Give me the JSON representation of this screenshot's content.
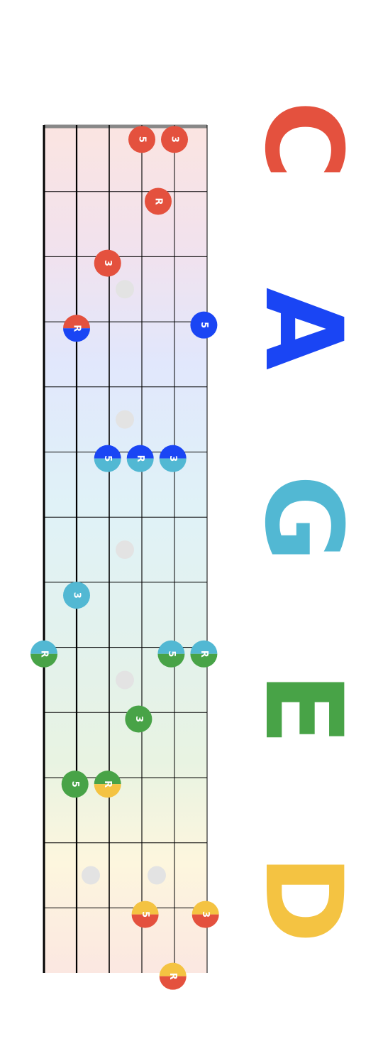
{
  "colors": {
    "C": "#E4513E",
    "A": "#1A45F4",
    "G": "#52B8D3",
    "E": "#48A347",
    "D": "#F4C342",
    "inlay": "#E3E3E3",
    "fret": "#000000",
    "nut": "#888888"
  },
  "shapes": [
    {
      "letter": "C",
      "color_key": "C"
    },
    {
      "letter": "A",
      "color_key": "A"
    },
    {
      "letter": "G",
      "color_key": "G"
    },
    {
      "letter": "E",
      "color_key": "E"
    },
    {
      "letter": "D",
      "color_key": "D"
    }
  ],
  "notes": [
    {
      "label": "5",
      "string": 3,
      "fret": -0.3,
      "colors": [
        "C"
      ]
    },
    {
      "label": "3",
      "string": 4,
      "fret": -0.3,
      "colors": [
        "C"
      ]
    },
    {
      "label": "R",
      "string": 3.5,
      "fret": 0.65,
      "colors": [
        "C"
      ]
    },
    {
      "label": "3",
      "string": 1.95,
      "fret": 1.6,
      "colors": [
        "C"
      ]
    },
    {
      "label": "R",
      "string": 1,
      "fret": 2.6,
      "colors": [
        "C",
        "A"
      ]
    },
    {
      "label": "5",
      "string": 4.9,
      "fret": 2.55,
      "colors": [
        "A"
      ]
    },
    {
      "label": "5",
      "string": 1.95,
      "fret": 4.6,
      "colors": [
        "A",
        "G"
      ]
    },
    {
      "label": "R",
      "string": 2.95,
      "fret": 4.6,
      "colors": [
        "A",
        "G"
      ]
    },
    {
      "label": "3",
      "string": 3.95,
      "fret": 4.6,
      "colors": [
        "A",
        "G"
      ]
    },
    {
      "label": "3",
      "string": 1,
      "fret": 6.7,
      "colors": [
        "G"
      ]
    },
    {
      "label": "R",
      "string": 0,
      "fret": 7.6,
      "colors": [
        "G",
        "E"
      ]
    },
    {
      "label": "5",
      "string": 3.9,
      "fret": 7.6,
      "colors": [
        "G",
        "E"
      ]
    },
    {
      "label": "R",
      "string": 4.9,
      "fret": 7.6,
      "colors": [
        "G",
        "E"
      ]
    },
    {
      "label": "3",
      "string": 2.9,
      "fret": 8.6,
      "colors": [
        "E"
      ]
    },
    {
      "label": "5",
      "string": 0.95,
      "fret": 9.6,
      "colors": [
        "E"
      ]
    },
    {
      "label": "R",
      "string": 1.95,
      "fret": 9.6,
      "colors": [
        "E",
        "D"
      ]
    },
    {
      "label": "5",
      "string": 3.1,
      "fret": 11.6,
      "colors": [
        "D",
        "C"
      ]
    },
    {
      "label": "3",
      "string": 4.95,
      "fret": 11.6,
      "colors": [
        "D",
        "C"
      ]
    },
    {
      "label": "R",
      "string": 3.95,
      "fret": 12.55,
      "colors": [
        "D",
        "C"
      ]
    }
  ],
  "inlays": [
    {
      "pos": 2.5,
      "lane": "center"
    },
    {
      "pos": 4.5,
      "lane": "center"
    },
    {
      "pos": 6.5,
      "lane": "center"
    },
    {
      "pos": 8.5,
      "lane": "center"
    },
    {
      "pos": 11.5,
      "lane": "double"
    }
  ]
}
